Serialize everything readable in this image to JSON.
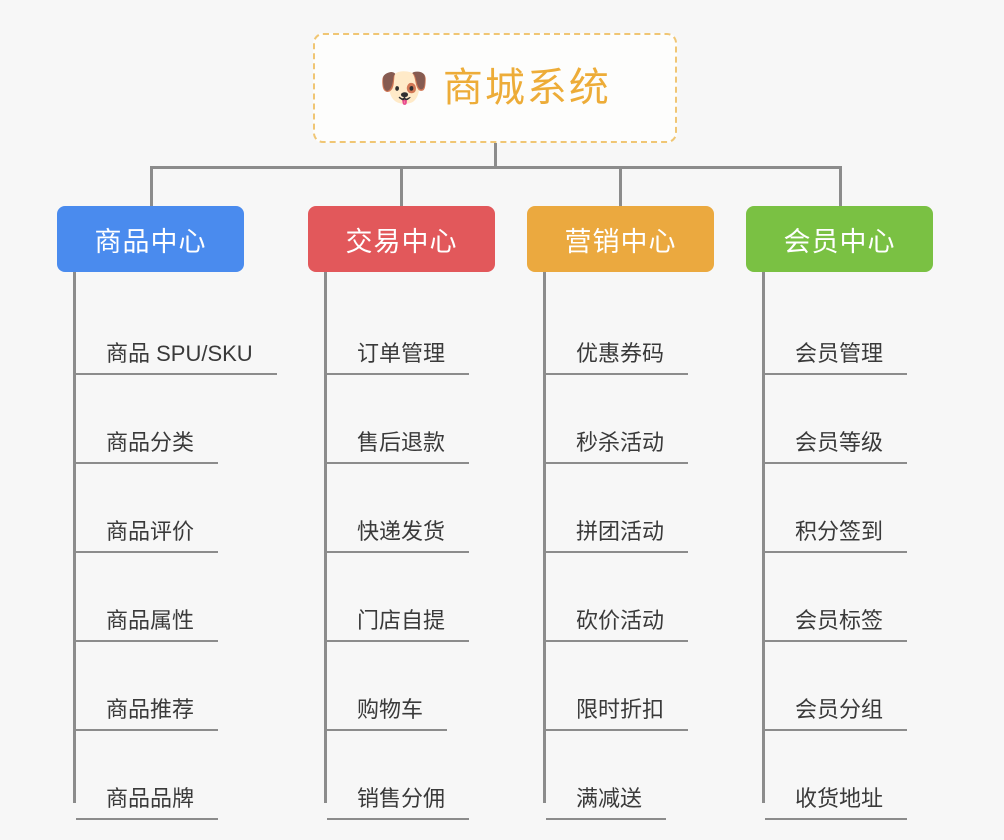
{
  "root": {
    "icon": "dog-face-emoji",
    "emoji": "🐶",
    "title": "商城系统",
    "border_color": "#f0c674",
    "text_color": "#edac38"
  },
  "branches": [
    {
      "label": "商品中心",
      "color": "#4a8bee",
      "items": [
        "商品 SPU/SKU",
        "商品分类",
        "商品评价",
        "商品属性",
        "商品推荐",
        "商品品牌"
      ]
    },
    {
      "label": "交易中心",
      "color": "#e2585b",
      "items": [
        "订单管理",
        "售后退款",
        "快递发货",
        "门店自提",
        "购物车",
        "销售分佣"
      ]
    },
    {
      "label": "营销中心",
      "color": "#eba93f",
      "items": [
        "优惠券码",
        "秒杀活动",
        "拼团活动",
        "砍价活动",
        "限时折扣",
        "满减送"
      ]
    },
    {
      "label": "会员中心",
      "color": "#7ac143",
      "items": [
        "会员管理",
        "会员等级",
        "积分签到",
        "会员标签",
        "会员分组",
        "收货地址"
      ]
    }
  ],
  "colors": {
    "background": "#f7f7f7",
    "connector": "#8c8c8c",
    "leaf_text": "#3a3a3a",
    "header_text": "#ffffff"
  }
}
